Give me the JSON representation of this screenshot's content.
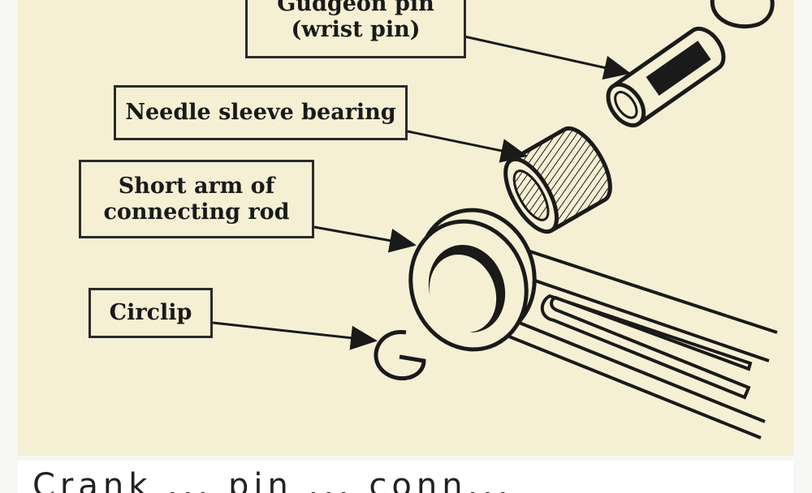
{
  "diagram": {
    "labels": {
      "gudgeon_pin_line1": "Gudgeon pin",
      "gudgeon_pin_line2": "(wrist pin)",
      "needle_bearing": "Needle sleeve bearing",
      "short_arm_line1": "Short arm of",
      "short_arm_line2": "connecting rod",
      "circlip": "Circlip"
    },
    "colors": {
      "background": "#f5f0d4",
      "ink": "#1a1a1a"
    }
  },
  "caption": {
    "text": "Crank ... pin ... conn..."
  }
}
